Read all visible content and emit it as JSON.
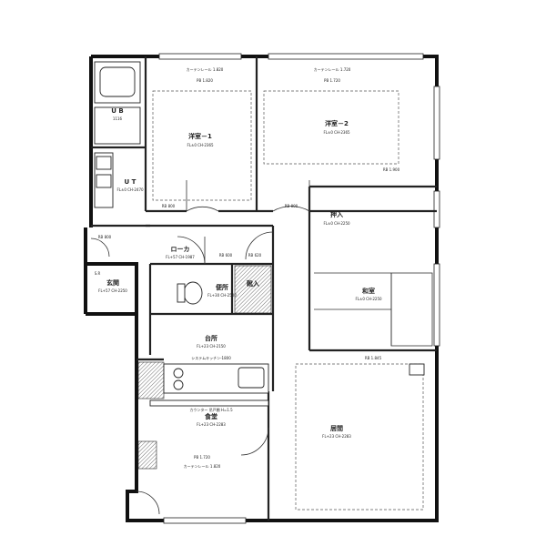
{
  "rooms": {
    "youshitsu1": {
      "name": "洋室－1",
      "floor": "FL±0 CH-2365"
    },
    "youshitsu2": {
      "name": "洋室－2",
      "floor": "FL±0 CH-2365"
    },
    "ub": {
      "name": "U B",
      "sub": "1116"
    },
    "ut": {
      "name": "U T",
      "floor": "FL±0 CH-2470"
    },
    "oshiire": {
      "name": "押入",
      "floor": "FL±0 CH-2250"
    },
    "roka": {
      "name": "ローカ",
      "floor": "FL+57 CH-1987"
    },
    "genkan": {
      "name": "玄関",
      "floor": "FL+57 CH-2250"
    },
    "benjo": {
      "name": "便所",
      "floor": "FL+30 CH-2500"
    },
    "kutsu": {
      "name": "靴入"
    },
    "washitsu": {
      "name": "和室",
      "floor": "FL±0 CH-2250"
    },
    "daidokoro": {
      "name": "台所",
      "floor": "FL+23 CH-2150",
      "kitchen": "システムキッチン-1800"
    },
    "shokudou": {
      "name": "食堂",
      "floor": "FL+23 CH-2283"
    },
    "ima": {
      "name": "居間",
      "floor": "FL+23 CH-2283"
    }
  },
  "dims": {
    "pb1": "PB 1.820",
    "pb2": "PB 1.720",
    "pb3": "PB 1.720",
    "rb1": "RB 1.845",
    "rb2": "RB 1.900",
    "rb800a": "RB 800",
    "rb800b": "RB 800",
    "rb800c": "RB 800",
    "rb600": "RB 600",
    "rb620": "RB 620",
    "cur1": "カーテンレール 1.820",
    "cur2": "カーテンレール 1.720",
    "cur3": "カーテンレール 1.820"
  },
  "notes": {
    "kitchen_note": "カウンター 吊戸棚 H=1.5",
    "shoe_note": "S.R"
  }
}
